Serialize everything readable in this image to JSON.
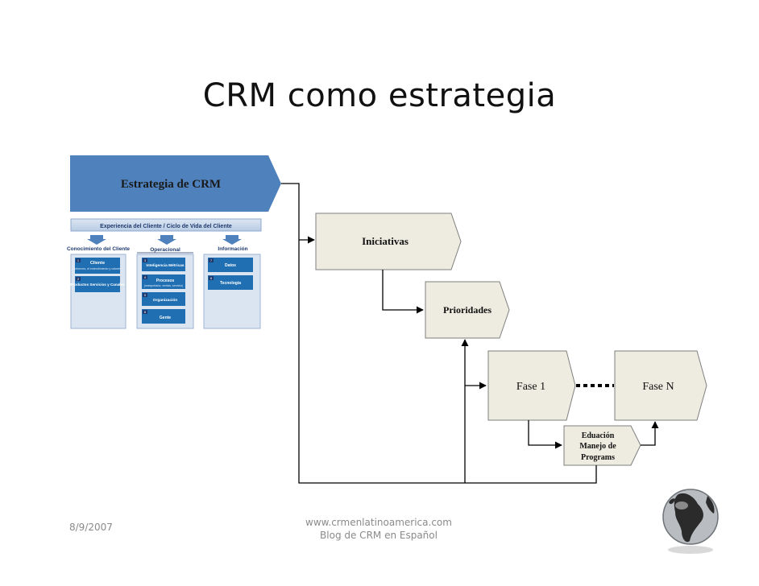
{
  "slide": {
    "title": "CRM como estrategia",
    "date": "8/9/2007",
    "footer_url": "www.crmenlatinoamerica.com",
    "footer_blog": "Blog de CRM en Español"
  },
  "diagram": {
    "strategy_banner": "Estrategia de CRM",
    "experience_bar": "Experiencia del Cliente / Ciclo de Vida del Cliente",
    "columns": [
      {
        "header": "Conocimiento del Cliente",
        "items": [
          {
            "num": "1",
            "label": "Cliente",
            "sub": "(Informes, el entendimiento y valores)"
          },
          {
            "num": "2",
            "label": "Productos Servicios y Canales",
            "sub": ""
          }
        ]
      },
      {
        "header": "Operacional",
        "items": [
          {
            "num": "3",
            "label": "Inteligencia Métricas",
            "sub": ""
          },
          {
            "num": "4",
            "label": "Procesos",
            "sub": "(marquetaria, ventas, servicio)"
          },
          {
            "num": "5",
            "label": "Organización",
            "sub": ""
          },
          {
            "num": "6",
            "label": "Gente",
            "sub": ""
          }
        ]
      },
      {
        "header": "Información",
        "items": [
          {
            "num": "7",
            "label": "Datos",
            "sub": ""
          },
          {
            "num": "8",
            "label": "Tecnología",
            "sub": ""
          }
        ]
      }
    ],
    "nodes": {
      "iniciativas": "Iniciativas",
      "prioridades": "Prioridades",
      "fase1": "Fase 1",
      "faseN": "Fase N",
      "education_line1": "Eduación",
      "education_line2": "Manejo de",
      "education_line3": "Programs"
    }
  },
  "colors": {
    "banner_blue": "#4f81bd",
    "node_fill": "#eeece1",
    "panel_blue": "#dbe5f1",
    "box_blue": "#1f6fb2",
    "header_navy": "#1f3a6e"
  }
}
